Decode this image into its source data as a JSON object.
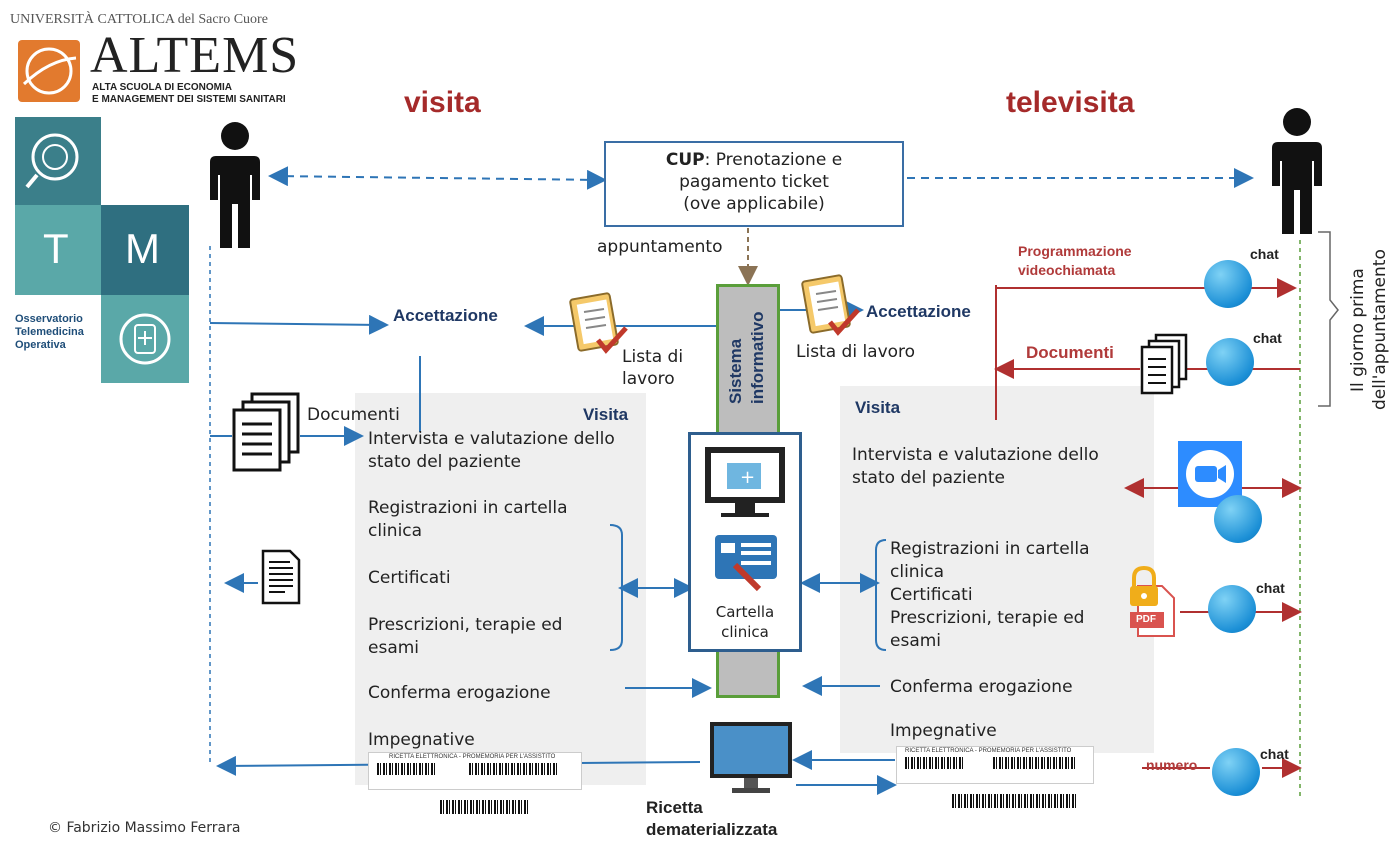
{
  "header": {
    "university": "UNIVERSITÀ CATTOLICA del Sacro Cuore",
    "brand": "ALTEMS",
    "brand_sub1": "ALTA SCUOLA DI ECONOMIA",
    "brand_sub2": "E MANAGEMENT DEI SISTEMI SANITARI"
  },
  "sidebar_logo": {
    "letter_t": "T",
    "letter_m": "M",
    "line1": "Osservatorio",
    "line2": "Telemedicina",
    "line3": "Operativa"
  },
  "titles": {
    "left": "visita",
    "right": "televisita"
  },
  "cup": {
    "bold": "CUP",
    "line1_rest": ": Prenotazione e",
    "line2": "pagamento ticket",
    "line3": "(ove applicabile)"
  },
  "center": {
    "appuntamento": "appuntamento",
    "system_line1": "Sistema",
    "system_line2": "informativo",
    "cartella_line1": "Cartella",
    "cartella_line2": "clinica",
    "ricetta_line1": "Ricetta",
    "ricetta_line2": "dematerializzata"
  },
  "left": {
    "accettazione": "Accettazione",
    "lista_line1": "Lista di",
    "lista_line2": "lavoro",
    "documenti": "Documenti",
    "visita": "Visita",
    "items": [
      "Intervista e valutazione dello",
      "stato del paziente",
      "Registrazioni in cartella",
      "clinica",
      "Certificati",
      "Prescrizioni, terapie ed",
      "esami",
      "Conferma erogazione",
      "Impegnative"
    ]
  },
  "right": {
    "accettazione": "Accettazione",
    "lista": "Lista di lavoro",
    "programmazione_line1": "Programmazione",
    "programmazione_line2": "videochiamata",
    "documenti": "Documenti",
    "visita": "Visita",
    "intervista_line1": "Intervista e valutazione dello",
    "intervista_line2": "stato del paziente",
    "reg_line1": "Registrazioni in cartella",
    "reg_line2": "clinica",
    "certificati": "Certificati",
    "prescr_line1": "Prescrizioni, terapie ed",
    "prescr_line2": "esami",
    "conferma": "Conferma erogazione",
    "impegnative": "Impegnative",
    "numero": "numero",
    "chat": "chat",
    "side_line1": "Il giorno prima",
    "side_line2": "dell'appuntamento"
  },
  "receipt": {
    "header": "RICETTA ELETTRONICA - PROMEMORIA PER L'ASSISTITO"
  },
  "pdf_label": "PDF",
  "footer": "© Fabrizio Massimo Ferrara",
  "colors": {
    "blue_arrow": "#2e75b6",
    "red_arrow": "#b03030",
    "green_dash": "#5a9e3a",
    "teal": "#3f8f96"
  }
}
